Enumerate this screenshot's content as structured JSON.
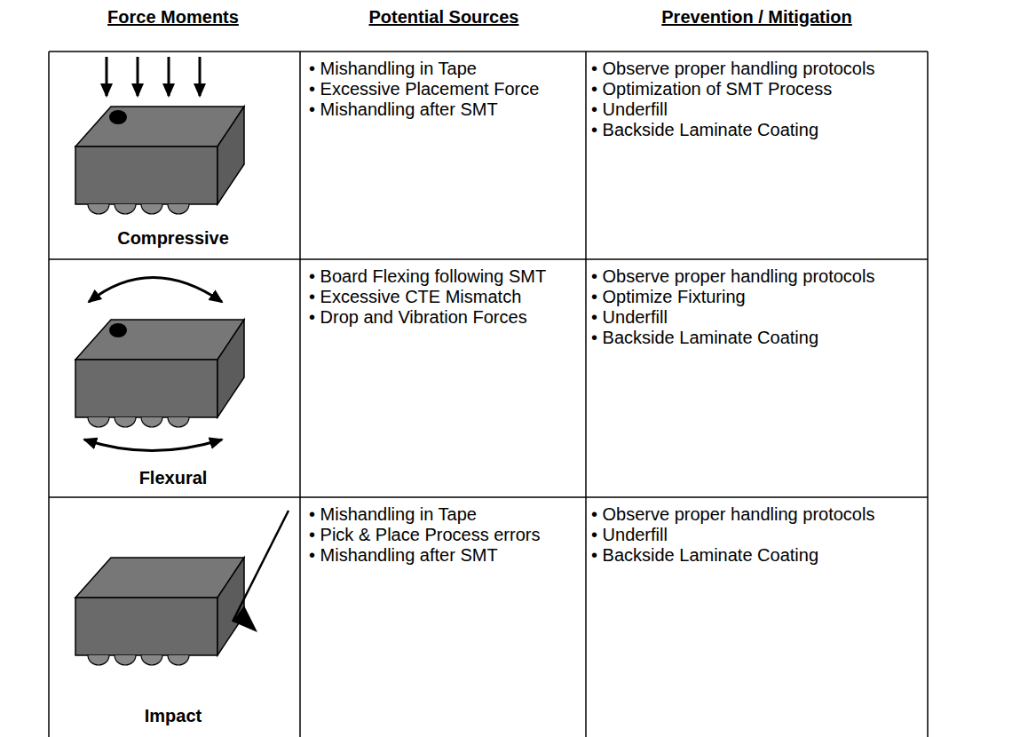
{
  "diagram": {
    "labels": [
      "Force Moments",
      "Potential Sources",
      "Prevention / Mitigation",
      "Compressive",
      "• Mishandling in Tape",
      "• Excessive Placement Force",
      "• Mishandling after SMT",
      "• Observe proper handling protocols",
      "• Optimization of SMT Process",
      "• Underfill",
      "• Backside Laminate Coating",
      "Flexural",
      "• Board Flexing following SMT",
      "• Excessive CTE Mismatch",
      "• Drop and Vibration Forces",
      "• Observe proper handling protocols",
      "• Optimize Fixturing",
      "• Underfill",
      "• Backside Laminate Coating",
      "Impact",
      "• Mishandling in Tape",
      "• Pick & Place Process errors",
      "• Mishandling after SMT",
      "• Observe proper handling protocols",
      "• Underfill",
      "• Backside Laminate Coating"
    ]
  }
}
